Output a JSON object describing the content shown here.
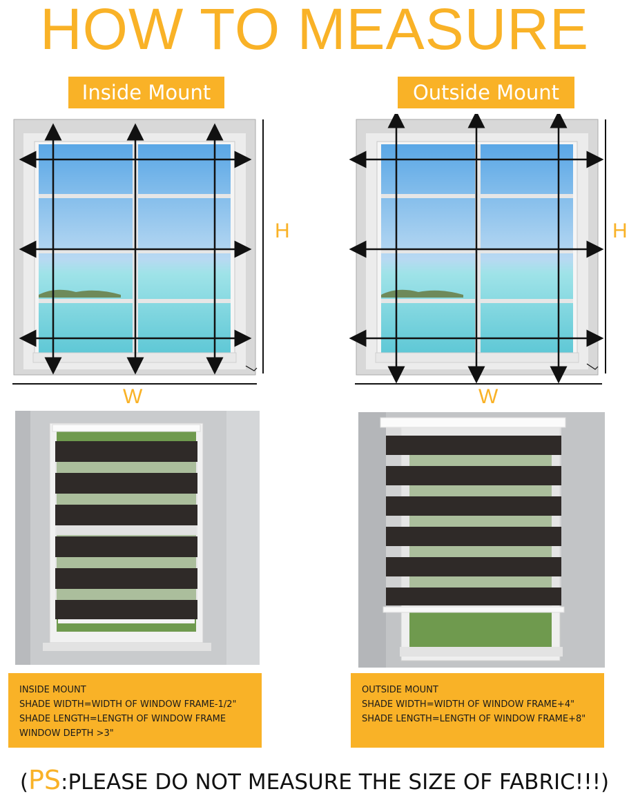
{
  "title": "HOW TO MEASURE",
  "inside": {
    "label": "Inside Mount",
    "height_letter": "H",
    "width_letter": "W",
    "info_lines": [
      "INSIDE MOUNT",
      "SHADE WIDTH=WIDTH OF WINDOW FRAME-1/2\"",
      "SHADE LENGTH=LENGTH OF WINDOW FRAME",
      "WINDOW DEPTH >3\""
    ]
  },
  "outside": {
    "label": "Outside Mount",
    "height_letter": "H",
    "width_letter": "W",
    "info_lines": [
      "OUTSIDE MOUNT",
      "SHADE WIDTH=WIDTH OF WINDOW FRAME+4\"",
      "SHADE LENGTH=LENGTH OF WINDOW FRAME+8\""
    ]
  },
  "footer": {
    "open": "(",
    "ps": "PS",
    "text": ":PLEASE DO NOT MEASURE THE SIZE OF FABRIC!!!)"
  },
  "colors": {
    "accent": "#f9b227",
    "arrow": "#111111",
    "blind_dark": "#2f2a28"
  }
}
